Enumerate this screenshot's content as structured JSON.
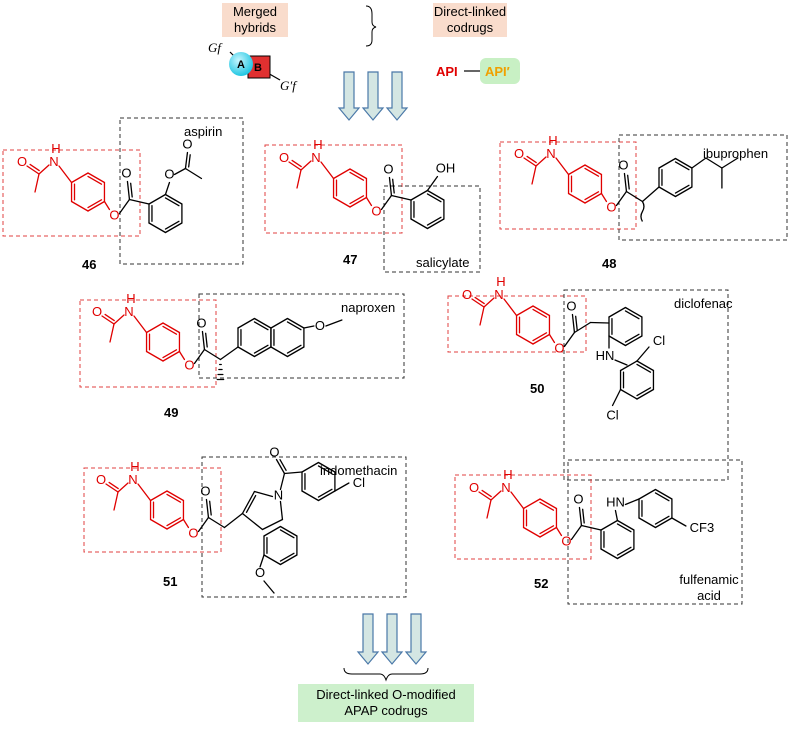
{
  "legend": {
    "merged_label": "Merged hybrids",
    "direct_label": "Direct-linked codrugs",
    "g_f": "Gf",
    "g_f_prime": "G′f",
    "ring_a": "A",
    "ring_b": "B",
    "api": "API",
    "api_prime": "API′"
  },
  "atoms": {
    "nh": "N",
    "h": "H",
    "o": "O",
    "oh": "OH",
    "hn": "HN",
    "cl": "Cl",
    "cf3": "CF3"
  },
  "compounds": [
    {
      "number": "46",
      "partner": "aspirin"
    },
    {
      "number": "47",
      "partner": "salicylate"
    },
    {
      "number": "48",
      "partner": "ibuprophen"
    },
    {
      "number": "49",
      "partner": "naproxen"
    },
    {
      "number": "50",
      "partner": "diclofenac"
    },
    {
      "number": "51",
      "partner": "indomethacin"
    },
    {
      "number": "52",
      "partner": "fulfenamic acid"
    }
  ],
  "footer": {
    "label": "Direct-linked O-modified APAP codrugs"
  },
  "colors": {
    "apap": "#e00000",
    "partner": "#000000",
    "arrow_fill": "#d4e6e3",
    "arrow_stroke": "#4a78a8",
    "sphere": "#36d3ea",
    "square": "#e03030",
    "api_text": "#e00000",
    "api_prime_text": "#f0a000"
  }
}
